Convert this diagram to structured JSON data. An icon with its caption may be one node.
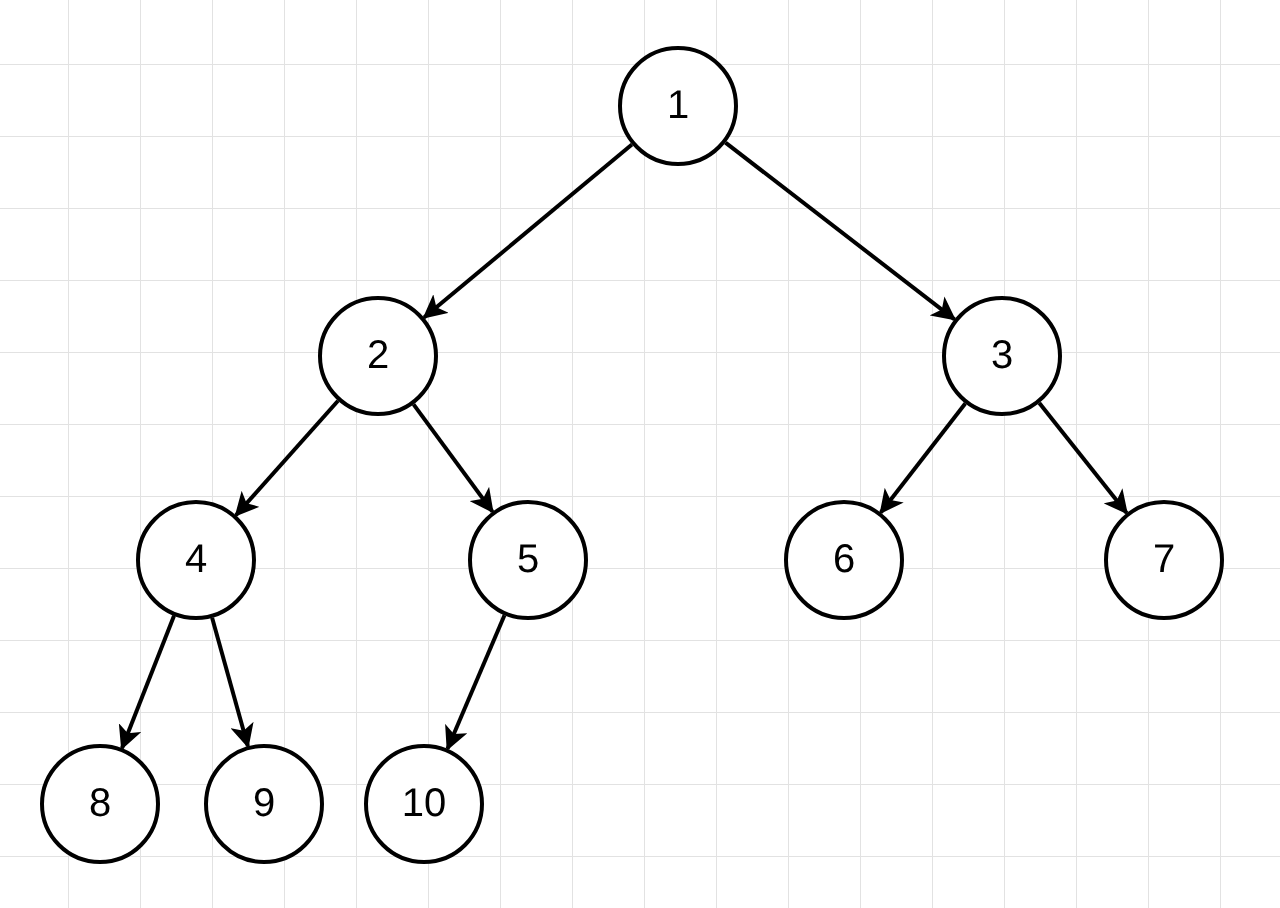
{
  "diagram": {
    "nodes": [
      {
        "text": [
          "1"
        ]
      },
      {
        "text": [
          "2"
        ]
      },
      {
        "text": [
          "3"
        ]
      },
      {
        "text": [
          "4"
        ]
      },
      {
        "text": [
          "5"
        ]
      },
      {
        "text": [
          "6"
        ]
      },
      {
        "text": [
          "7"
        ]
      },
      {
        "text": [
          "8"
        ]
      },
      {
        "text": [
          "9"
        ]
      },
      {
        "text": [
          "10"
        ]
      }
    ],
    "edges": [
      {
        "from": 0,
        "to": 1,
        "arrow": "to"
      },
      {
        "from": 0,
        "to": 2,
        "arrow": "to"
      },
      {
        "from": 1,
        "to": 3,
        "arrow": "to"
      },
      {
        "from": 1,
        "to": 4,
        "arrow": "to"
      },
      {
        "from": 2,
        "to": 5,
        "arrow": "to"
      },
      {
        "from": 2,
        "to": 6,
        "arrow": "to"
      },
      {
        "from": 3,
        "to": 7,
        "arrow": "to"
      },
      {
        "from": 3,
        "to": 8,
        "arrow": "to"
      },
      {
        "from": 4,
        "to": 9,
        "arrow": "to"
      }
    ]
  }
}
